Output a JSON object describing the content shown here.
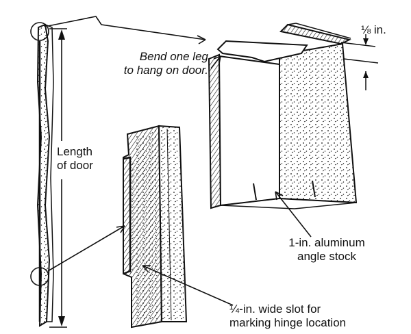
{
  "labels": {
    "bend_line1": "Bend one leg",
    "bend_line2": "to hang on door.",
    "thickness": "⅛ in.",
    "length_line1": "Length",
    "length_line2": "of door",
    "stock_line1": "1-in. aluminum",
    "stock_line2": "angle stock",
    "slot_line1": "¼-in. wide slot for",
    "slot_line2": "marking hinge location"
  },
  "colors": {
    "ink": "#111111",
    "paper": "#ffffff"
  }
}
